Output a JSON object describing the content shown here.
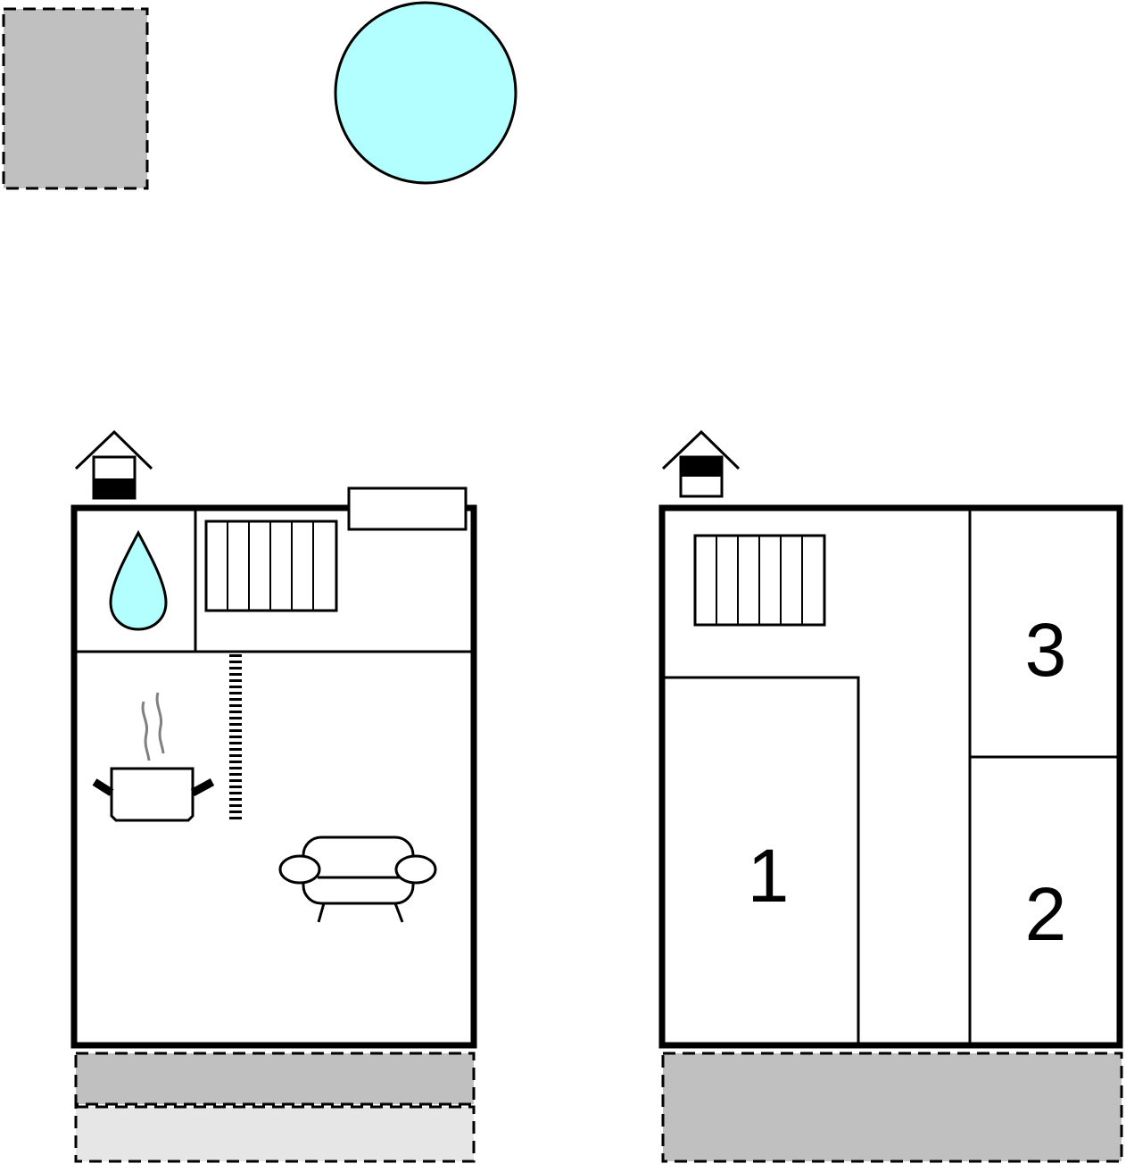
{
  "colors": {
    "stroke": "#000000",
    "water": "#b3ffff",
    "terrace": "#c0c0c0",
    "terrace_light": "#e6e6e6",
    "steam": "#808080"
  },
  "icons": {
    "pool": "pool-circle-icon",
    "terrace": "terrace-dashed-area-icon",
    "entrance": "entrance-house-icon",
    "stairs": "stairs-icon",
    "bathroom": "water-drop-icon",
    "kitchen": "cooking-pot-icon",
    "living_room": "sofa-icon",
    "partition": "dashed-partition-icon",
    "window_box": "fixture-rectangle-icon"
  },
  "floors": {
    "left": {
      "room_types": [
        "bathroom",
        "stairs",
        "kitchen",
        "living_room"
      ]
    },
    "right": {
      "rooms": [
        {
          "label": "1"
        },
        {
          "label": "2"
        },
        {
          "label": "3"
        }
      ]
    }
  }
}
